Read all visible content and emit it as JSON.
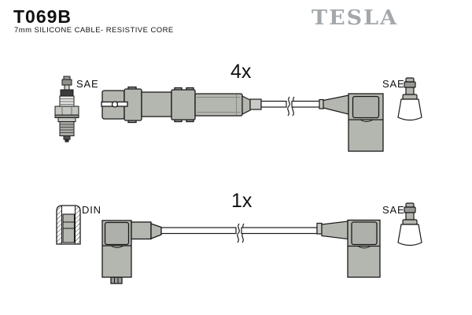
{
  "header": {
    "part_number": "T069B",
    "subtitle": "7mm SILICONE CABLE- RESISTIVE CORE",
    "brand": "TESLA"
  },
  "colors": {
    "background": "#ffffff",
    "brand_gray": "#a4a8ab",
    "connector_fill": "#b4b6b0",
    "connector_inner_fill": "#aeb1ab",
    "outline": "#1a1a1a"
  },
  "rows": [
    {
      "quantity_label": "4x",
      "left_terminal": {
        "type_label": "SAE",
        "icon": "spark-plug-icon"
      },
      "right_terminal": {
        "type_label": "SAE",
        "icon": "sae-terminal-icon"
      }
    },
    {
      "quantity_label": "1x",
      "left_terminal": {
        "type_label": "DIN",
        "icon": "din-socket-icon"
      },
      "right_terminal": {
        "type_label": "SAE",
        "icon": "sae-terminal-icon"
      }
    }
  ]
}
